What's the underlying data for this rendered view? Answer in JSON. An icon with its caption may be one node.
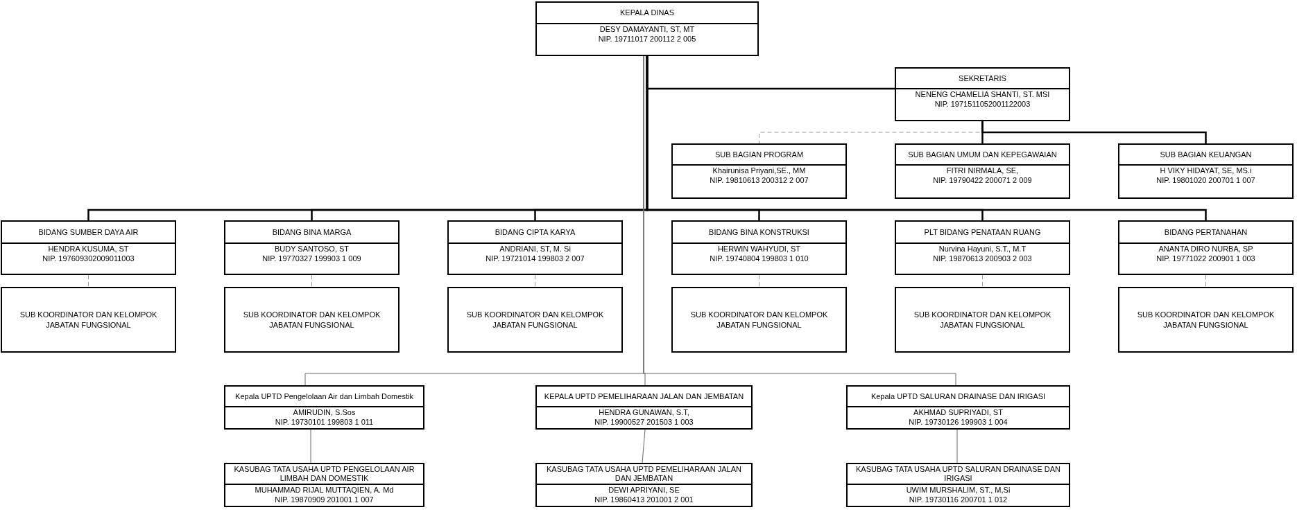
{
  "diagram": {
    "nodes": [
      {
        "text": [
          "KEPALA DINAS",
          "DESY DAMAYANTI, ST, MT",
          "NIP. 19711017 200112 2 005"
        ]
      },
      {
        "text": [
          "SEKRETARIS",
          "NENENG CHAMELIA SHANTI, ST. MSI",
          "NIP. 1971511052001122003"
        ]
      },
      {
        "text": [
          "SUB BAGIAN PROGRAM",
          "Khairunisa Priyani,SE., MM",
          "NIP. 19810613 200312 2 007"
        ]
      },
      {
        "text": [
          "SUB BAGIAN UMUM DAN KEPEGAWAIAN",
          "FITRI NIRMALA, SE,",
          "NIP. 19790422 200071 2 009"
        ]
      },
      {
        "text": [
          "SUB BAGIAN KEUANGAN",
          "H VIKY HIDAYAT, SE, MS.i",
          "NIP. 19801020 200701 1 007"
        ]
      },
      {
        "text": [
          "BIDANG SUMBER DAYA AIR",
          "HENDRA KUSUMA, ST",
          "NIP. 197609302009011003"
        ]
      },
      {
        "text": [
          "BIDANG BINA MARGA",
          "BUDY SANTOSO, ST",
          "NIP. 19770327 199903 1 009"
        ]
      },
      {
        "text": [
          "BIDANG CIPTA KARYA",
          "ANDRIANI, ST, M. Si",
          "NIP. 19721014 199803 2 007"
        ]
      },
      {
        "text": [
          "BIDANG BINA KONSTRUKSI",
          "HERWIN WAHYUDI, ST",
          "NIP. 19740804 199803 1 010"
        ]
      },
      {
        "text": [
          "PLT BIDANG PENATAAN RUANG",
          "Nurvina Hayuni, S.T., M.T",
          "NIP. 19870613 200903 2 003"
        ]
      },
      {
        "text": [
          "BIDANG PERTANAHAN",
          "ANANTA DIRO NURBA, SP",
          "NIP. 19771022 200901 1 003"
        ]
      },
      {
        "text": [
          "SUB KOORDINATOR DAN KELOMPOK JABATAN FUNGSIONAL"
        ]
      },
      {
        "text": [
          "SUB KOORDINATOR DAN KELOMPOK JABATAN FUNGSIONAL"
        ]
      },
      {
        "text": [
          "SUB KOORDINATOR DAN KELOMPOK JABATAN FUNGSIONAL"
        ]
      },
      {
        "text": [
          "SUB KOORDINATOR DAN KELOMPOK JABATAN FUNGSIONAL"
        ]
      },
      {
        "text": [
          "SUB KOORDINATOR DAN KELOMPOK JABATAN FUNGSIONAL"
        ]
      },
      {
        "text": [
          "SUB KOORDINATOR DAN KELOMPOK JABATAN FUNGSIONAL"
        ]
      },
      {
        "text": [
          "Kepala UPTD Pengelolaan Air dan Limbah Domestik",
          "AMIRUDIN, S.Sos",
          "NIP. 19730101 199803 1 011"
        ]
      },
      {
        "text": [
          "KEPALA UPTD PEMELIHARAAN JALAN DAN JEMBATAN",
          "HENDRA GUNAWAN, S.T,",
          "NIP. 19900527 201503 1 003"
        ]
      },
      {
        "text": [
          "Kepala UPTD SALURAN DRAINASE DAN IRIGASI",
          "AKHMAD SUPRIYADI, ST",
          "NIP. 19730126 199903 1 004"
        ]
      },
      {
        "text": [
          "KASUBAG TATA USAHA UPTD PENGELOLAAN AIR LIMBAH DAN DOMESTIK",
          "MUHAMMAD RIJAL MUTTAQIEN, A. Md",
          "NIP. 19870909 201001 1 007"
        ]
      },
      {
        "text": [
          "KASUBAG TATA USAHA UPTD PEMELIHARAAN JALAN DAN JEMBATAN",
          "DEWI APRIYANI, SE",
          "NIP. 19860413 201001 2 001"
        ]
      },
      {
        "text": [
          "KASUBAG TATA USAHA UPTD SALURAN DRAINASE DAN IRIGASI",
          "UWIM MURSHALIM, ST., M,Si",
          "NIP. 19730116 200701 1 012"
        ]
      }
    ],
    "edges": [
      {
        "from": 0,
        "to": 1,
        "arrow": "none"
      },
      {
        "from": 0,
        "to": 5,
        "arrow": "none"
      },
      {
        "from": 0,
        "to": 6,
        "arrow": "none"
      },
      {
        "from": 0,
        "to": 7,
        "arrow": "none"
      },
      {
        "from": 0,
        "to": 8,
        "arrow": "none"
      },
      {
        "from": 0,
        "to": 9,
        "arrow": "none"
      },
      {
        "from": 0,
        "to": 10,
        "arrow": "none"
      },
      {
        "from": 1,
        "to": 2,
        "arrow": "none",
        "style": "dashed",
        "color": "#999999"
      },
      {
        "from": 1,
        "to": 3,
        "arrow": "none"
      },
      {
        "from": 1,
        "to": 4,
        "arrow": "none"
      },
      {
        "from": 5,
        "to": 11,
        "arrow": "none",
        "style": "dashed",
        "color": "#999999"
      },
      {
        "from": 6,
        "to": 12,
        "arrow": "none",
        "style": "dashed",
        "color": "#999999"
      },
      {
        "from": 7,
        "to": 13,
        "arrow": "none",
        "style": "dashed",
        "color": "#999999"
      },
      {
        "from": 8,
        "to": 14,
        "arrow": "none",
        "style": "dashed",
        "color": "#999999"
      },
      {
        "from": 9,
        "to": 15,
        "arrow": "none",
        "style": "dashed",
        "color": "#999999"
      },
      {
        "from": 10,
        "to": 16,
        "arrow": "none",
        "style": "dashed",
        "color": "#999999"
      },
      {
        "from": 0,
        "to": 17,
        "arrow": "none",
        "color": "#666666"
      },
      {
        "from": 0,
        "to": 18,
        "arrow": "none",
        "color": "#666666"
      },
      {
        "from": 0,
        "to": 19,
        "arrow": "none",
        "color": "#666666"
      },
      {
        "from": 17,
        "to": 20,
        "arrow": "none",
        "color": "#666666"
      },
      {
        "from": 18,
        "to": 21,
        "arrow": "none",
        "color": "#666666"
      },
      {
        "from": 19,
        "to": 22,
        "arrow": "none",
        "color": "#666666"
      }
    ]
  }
}
